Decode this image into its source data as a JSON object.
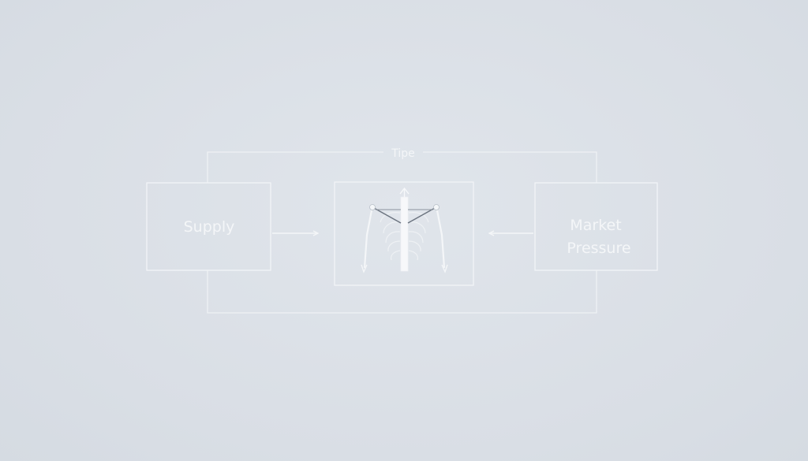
{
  "diagram": {
    "loop_label": "Tipe",
    "left_node": {
      "label": "Supply"
    },
    "right_node": {
      "label_line1": "Market",
      "label_line2": "Pressure"
    },
    "center_node": {
      "icon": "ribcage-spine-icon"
    }
  },
  "colors": {
    "background": "#dce1e7",
    "line": "#f2f4f7",
    "dark_accent": "#6c7480"
  }
}
